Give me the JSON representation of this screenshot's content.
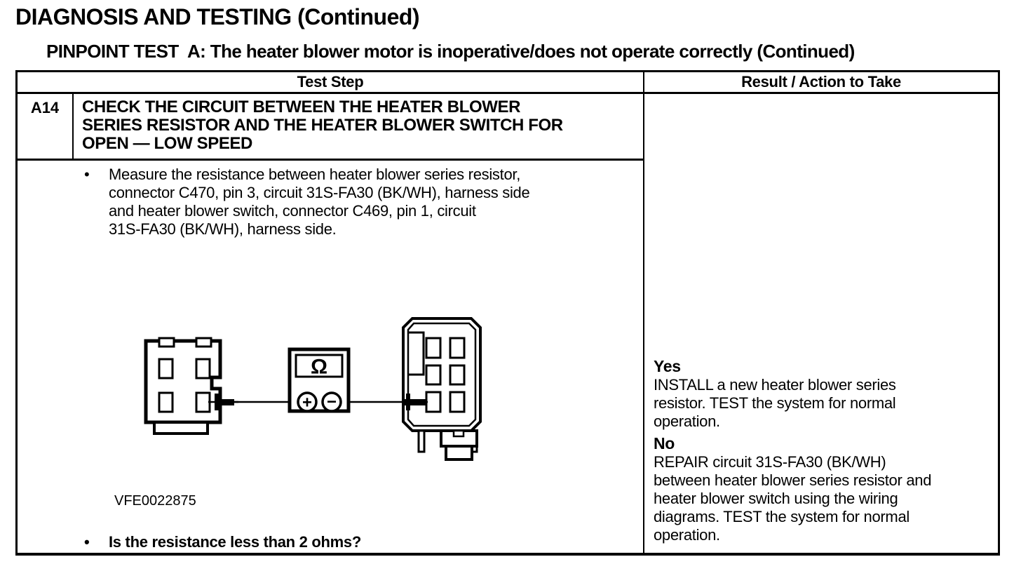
{
  "page": {
    "title": "DIAGNOSIS AND TESTING (Continued)",
    "subtitle": "PINPOINT TEST  A: The heater blower motor is inoperative/does not operate correctly (Continued)"
  },
  "table": {
    "test_step_header": "Test Step",
    "result_header": "Result / Action to Take",
    "step_id": "A14",
    "step_title": "CHECK THE CIRCUIT BETWEEN THE HEATER BLOWER\nSERIES RESISTOR AND THE HEATER BLOWER SWITCH FOR\nOPEN — LOW SPEED",
    "bullet": "•",
    "step_instruction": "Measure the resistance between heater blower series resistor,\nconnector C470, pin 3, circuit 31S-FA30 (BK/WH), harness side\nand heater blower switch, connector C469, pin 1, circuit\n31S-FA30 (BK/WH), harness side.",
    "figure_code": "VFE0022875",
    "question": "Is the resistance less than 2 ohms?",
    "results": [
      {
        "label": "Yes",
        "action": "INSTALL a new heater blower series\nresistor. TEST the system for normal\noperation."
      },
      {
        "label": "No",
        "action": "REPAIR circuit 31S-FA30 (BK/WH)\nbetween heater blower series resistor and\nheater blower switch using the wiring\ndiagrams. TEST the system for normal\noperation."
      }
    ]
  },
  "diagram": {
    "ohm_symbol": "Ω",
    "positive_terminal": "+",
    "negative_terminal": "−"
  },
  "colors": {
    "ink": "#000000",
    "paper": "#ffffff"
  }
}
